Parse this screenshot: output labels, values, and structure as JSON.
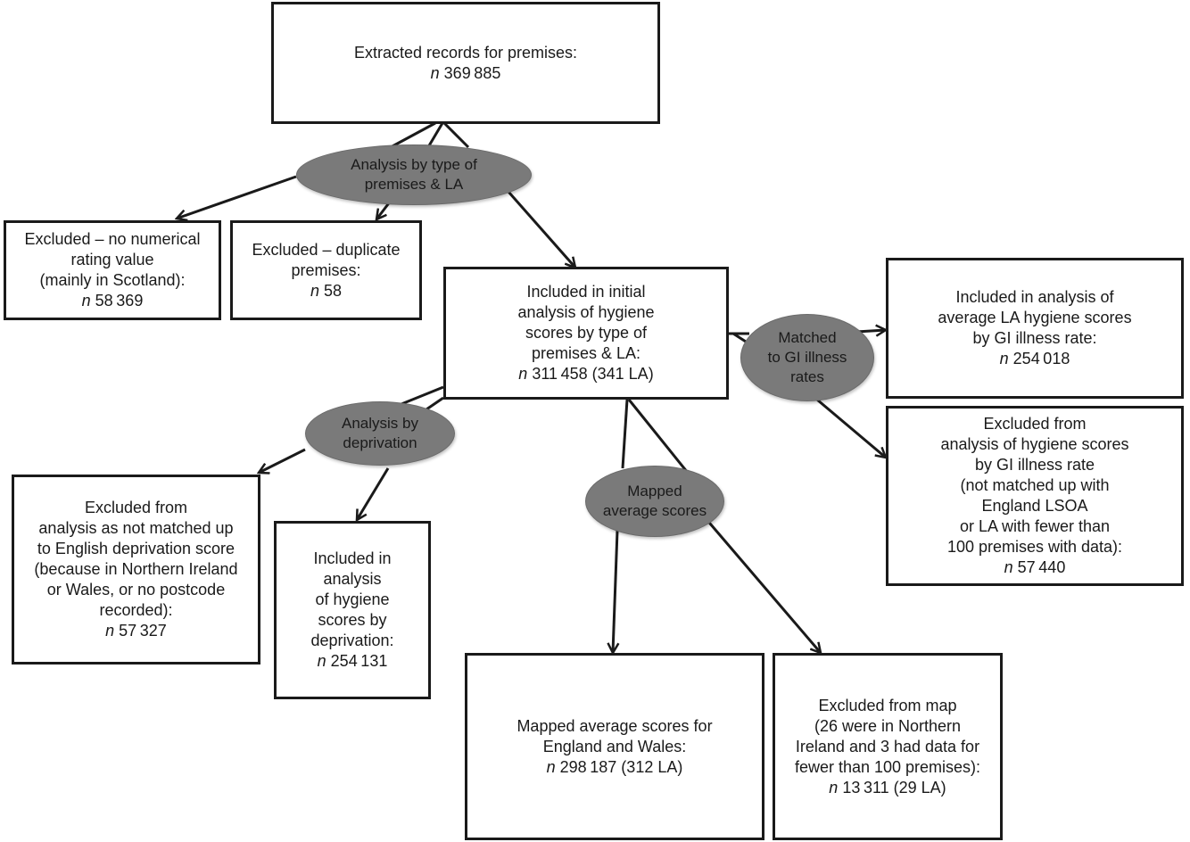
{
  "diagram": {
    "nodes": {
      "extracted": {
        "lines": [
          "Extracted records for premises:"
        ],
        "n_value": "369 885"
      },
      "excluded_no_rating": {
        "lines": [
          "Excluded – no numerical",
          "rating value",
          "(mainly in Scotland):"
        ],
        "n_value": "58 369"
      },
      "excluded_duplicate": {
        "lines": [
          "Excluded – duplicate",
          "premises:"
        ],
        "n_value": "58"
      },
      "included_initial": {
        "lines": [
          "Included in initial",
          "analysis of hygiene",
          "scores by type of",
          "premises & LA:"
        ],
        "n_value": "311 458 (341 LA)"
      },
      "included_gi": {
        "lines": [
          "Included in analysis of",
          "average LA hygiene scores",
          "by GI illness rate:"
        ],
        "n_value": "254 018"
      },
      "excluded_gi": {
        "lines": [
          "Excluded from",
          "analysis of hygiene scores",
          "by GI illness rate",
          "(not matched up with",
          "England LSOA",
          "or LA with fewer than",
          "100 premises with data):"
        ],
        "n_value": "57 440"
      },
      "excluded_deprivation": {
        "lines": [
          "Excluded from",
          "analysis as not matched up",
          "to English deprivation score",
          "(because in Northern Ireland",
          "or Wales, or no postcode",
          "recorded):"
        ],
        "n_value": "57 327"
      },
      "included_deprivation": {
        "lines": [
          "Included in",
          "analysis",
          "of hygiene",
          "scores by",
          "deprivation:"
        ],
        "n_value": "254 131"
      },
      "mapped": {
        "lines": [
          "Mapped average scores for",
          "England and Wales:"
        ],
        "n_value": "298 187 (312 LA)"
      },
      "excluded_map": {
        "lines": [
          "Excluded from map",
          "(26 were in Northern",
          "Ireland and 3 had data for",
          "fewer than 100 premises):"
        ],
        "n_value": "13 311 (29 LA)"
      }
    },
    "n_prefix": "n",
    "decisions": {
      "type_la": {
        "lines": [
          "Analysis by type of",
          "premises & LA"
        ]
      },
      "gi": {
        "lines": [
          "Matched",
          "to GI illness",
          "rates"
        ]
      },
      "deprivation": {
        "lines": [
          "Analysis by",
          "deprivation"
        ]
      },
      "mapped_scores": {
        "lines": [
          "Mapped",
          "average scores"
        ]
      }
    },
    "colors": {
      "ellipse_fill": "#7a7a7a",
      "stroke": "#1a1a1a",
      "background": "#ffffff"
    }
  }
}
